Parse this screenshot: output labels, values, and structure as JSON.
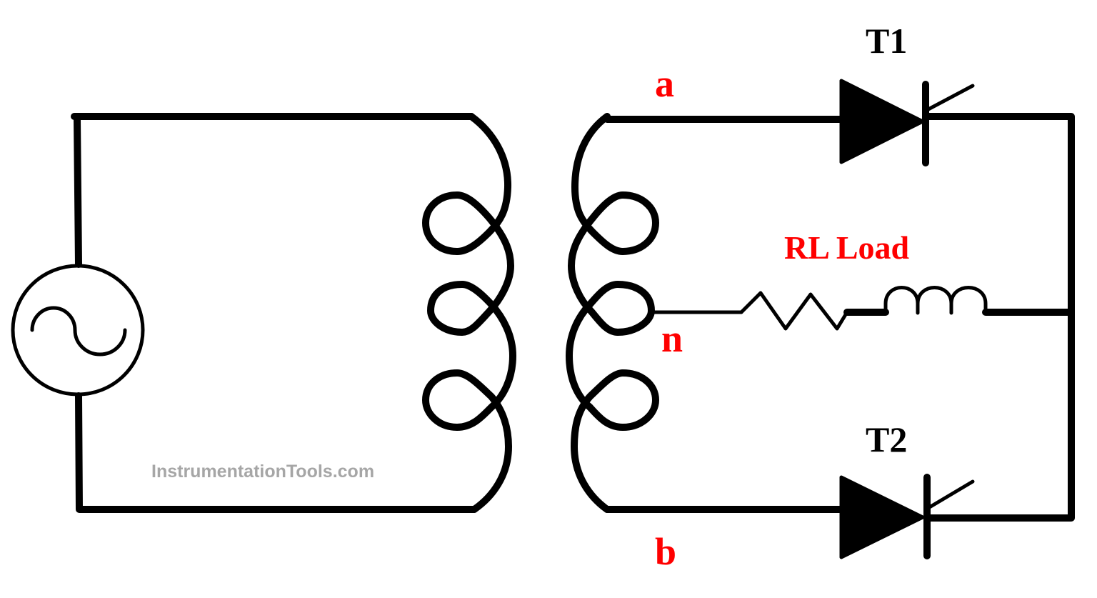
{
  "labels": {
    "node_a": "a",
    "node_b": "b",
    "node_n": "n",
    "thyristor_1": "T1",
    "thyristor_2": "T2",
    "load": "RL Load"
  },
  "watermark": "InstrumentationTools.com",
  "colors": {
    "line": "#000000",
    "node_label": "#ff0000",
    "load_label": "#ff0000",
    "watermark": "#a6a6a6"
  },
  "icons": {
    "source": "ac-source-icon",
    "transformer": "center-tapped-transformer-icon",
    "thyristor": "thyristor-icon",
    "resistor": "resistor-icon",
    "inductor": "inductor-icon"
  }
}
